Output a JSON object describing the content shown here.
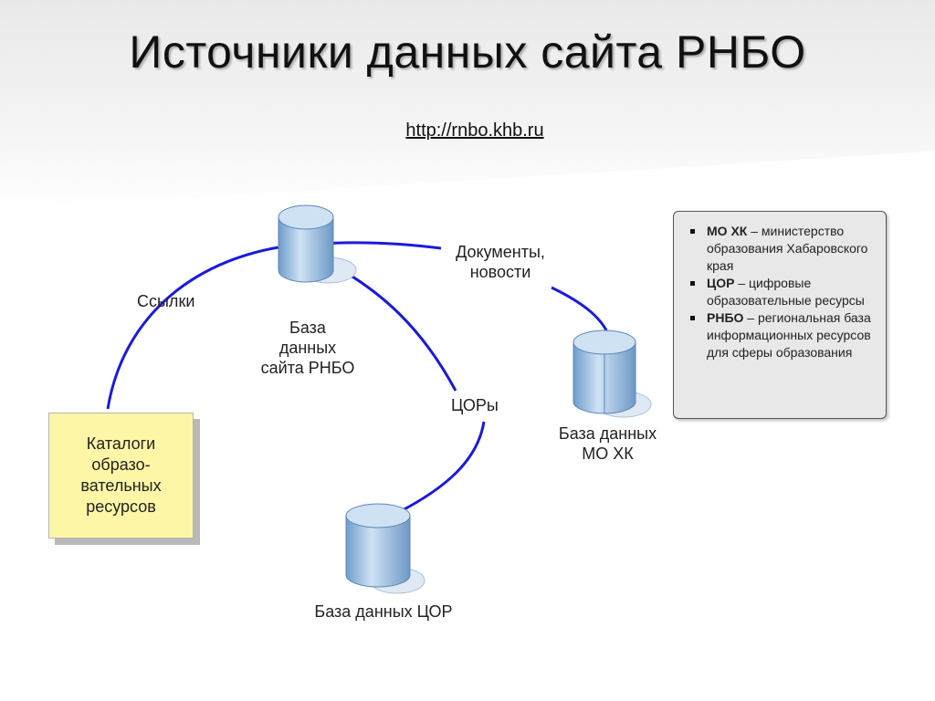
{
  "header": {
    "title": "Источники данных сайта РНБО",
    "url": "http://rnbo.khb.ru"
  },
  "nodes": {
    "rnbo_db": {
      "label_1": "База",
      "label_2": "данных",
      "label_3": "сайта РНБО"
    },
    "mo_db": {
      "label_1": "База данных",
      "label_2": "МО ХК"
    },
    "cor_db": {
      "label": "База данных ЦОР"
    },
    "catalog": {
      "line_1": "Каталоги",
      "line_2": "образо-",
      "line_3": "вательных",
      "line_4": "ресурсов"
    }
  },
  "edges": {
    "links": "Ссылки",
    "docs_1": "Документы,",
    "docs_2": "новости",
    "cors": "ЦОРы"
  },
  "legend": [
    {
      "term": "МО ХК",
      "desc": " – министерство образования Хабаровского края"
    },
    {
      "term": "ЦОР",
      "desc": " – цифровые образовательные ресурсы"
    },
    {
      "term": "РНБО",
      "desc": " – региональная база информационных ресурсов для сферы образования"
    }
  ],
  "colors": {
    "arrow": "#1a1adc",
    "cylinder_top": "#c9dff2",
    "cylinder_body": "#7fa9d4",
    "catalog_fill": "#fdf6a6"
  }
}
